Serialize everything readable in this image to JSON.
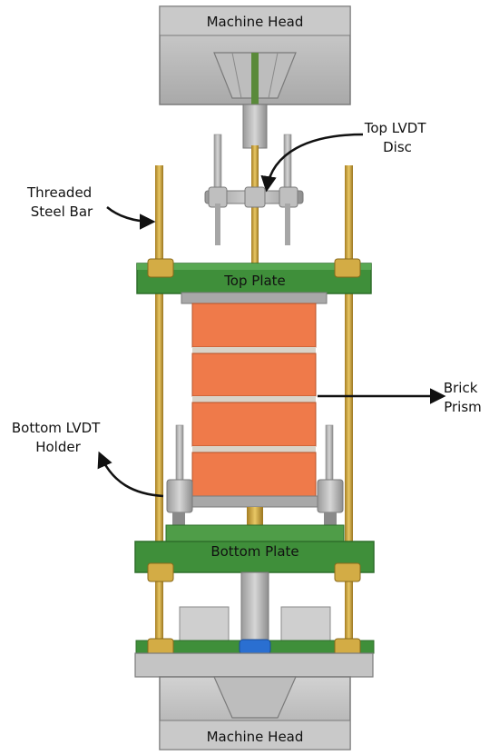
{
  "labels": {
    "machine_head_top": "Machine Head",
    "machine_head_bottom": "Machine Head",
    "top_plate": "Top Plate",
    "bottom_plate": "Bottom Plate",
    "top_lvdt_disc": [
      "Top LVDT",
      "Disc"
    ],
    "threaded_steel_bar": [
      "Threaded",
      "Steel Bar"
    ],
    "brick_prism": [
      "Brick",
      "Prism"
    ],
    "bottom_lvdt_holder": [
      "Bottom LVDT",
      "Holder"
    ]
  },
  "colors": {
    "steel": "#b8b8b8",
    "steel_dark": "#8e8e8e",
    "plate_green": "#3f8f3a",
    "plate_green_dark": "#2f6e2b",
    "brass": "#c9a13b",
    "brick": "#ef7a4a",
    "mortar": "#d9d3c8",
    "bearing_blue": "#2a6fd1",
    "arrow": "#111111"
  }
}
